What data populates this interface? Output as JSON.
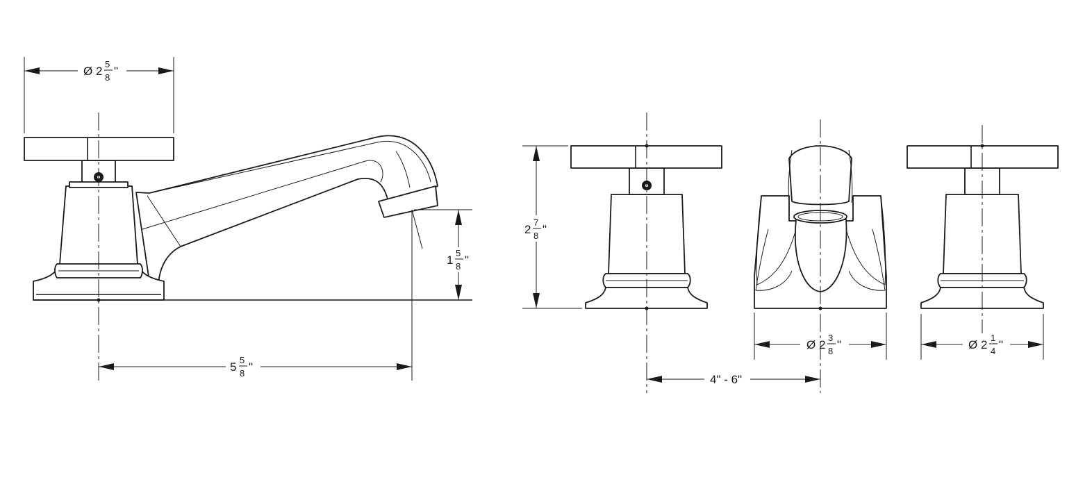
{
  "colors": {
    "line": "#1a1a1a",
    "background": "#ffffff"
  },
  "dimensions": {
    "handle_diameter": {
      "symbol": "Ø",
      "whole": "2",
      "num": "5",
      "den": "8",
      "unit": "\""
    },
    "spout_reach": {
      "whole": "5",
      "num": "5",
      "den": "8",
      "unit": "\""
    },
    "spout_height": {
      "whole": "1",
      "num": "5",
      "den": "8",
      "unit": "\""
    },
    "overall_height": {
      "whole": "2",
      "num": "7",
      "den": "8",
      "unit": "\""
    },
    "spout_base_diameter": {
      "symbol": "Ø",
      "whole": "2",
      "num": "3",
      "den": "8",
      "unit": "\""
    },
    "handle_base_diameter": {
      "symbol": "Ø",
      "whole": "2",
      "num": "1",
      "den": "4",
      "unit": "\""
    },
    "centers": {
      "text": "4\" - 6\""
    }
  }
}
